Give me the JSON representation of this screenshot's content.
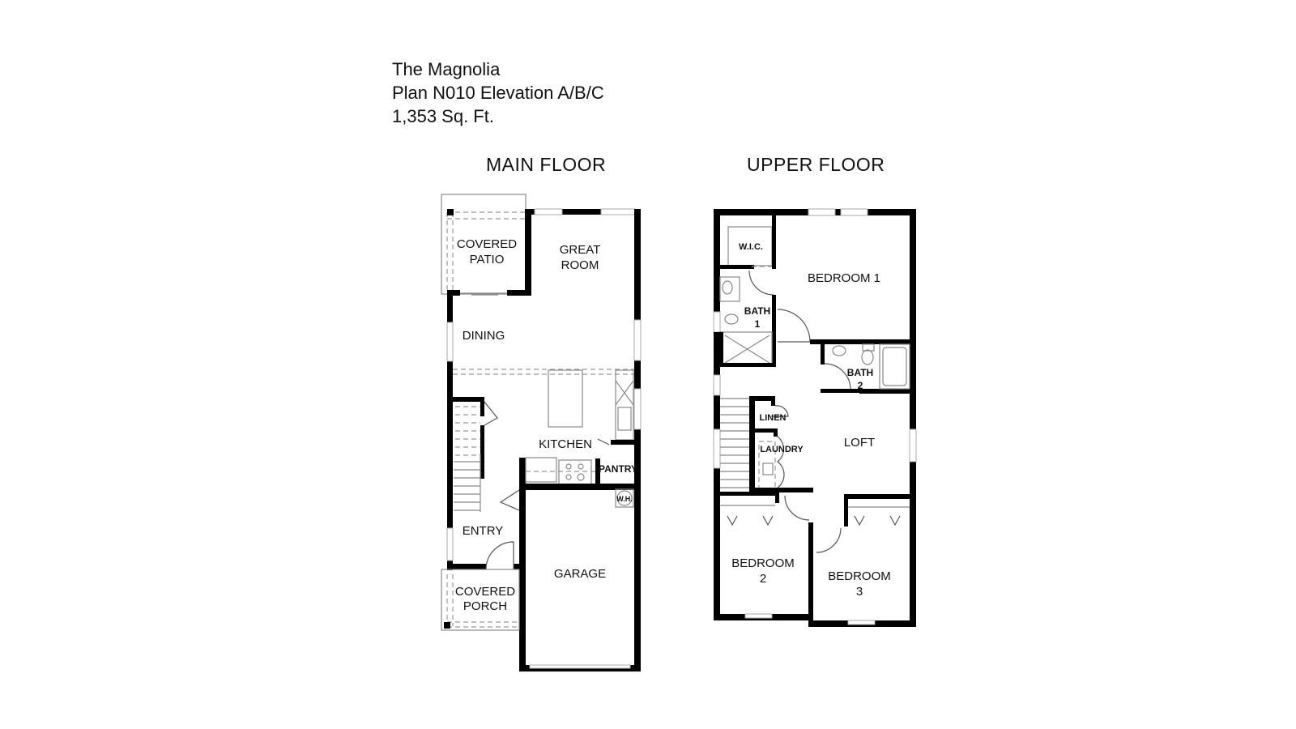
{
  "header": {
    "plan_name": "The Magnolia",
    "plan_code": "Plan N010 Elevation A/B/C",
    "square_feet": "1,353 Sq. Ft."
  },
  "floors": {
    "main": {
      "heading": "MAIN FLOOR",
      "rooms": {
        "covered_patio": [
          "COVERED",
          "PATIO"
        ],
        "great_room": [
          "GREAT",
          "ROOM"
        ],
        "dining": "DINING",
        "kitchen": "KITCHEN",
        "pantry": "PANTRY",
        "water_heater": "W.H.",
        "entry": "ENTRY",
        "garage": "GARAGE",
        "covered_porch": [
          "COVERED",
          "PORCH"
        ]
      }
    },
    "upper": {
      "heading": "UPPER FLOOR",
      "rooms": {
        "wic": "W.I.C.",
        "bedroom1": "BEDROOM 1",
        "bath1": [
          "BATH",
          "1"
        ],
        "bath2": [
          "BATH",
          "2"
        ],
        "linen": "LINEN",
        "laundry": "LAUNDRY",
        "loft": "LOFT",
        "bedroom2": [
          "BEDROOM",
          "2"
        ],
        "bedroom3": [
          "BEDROOM",
          "3"
        ]
      }
    }
  },
  "colors": {
    "wall": "#000000",
    "background": "#ffffff",
    "text": "#111111"
  }
}
